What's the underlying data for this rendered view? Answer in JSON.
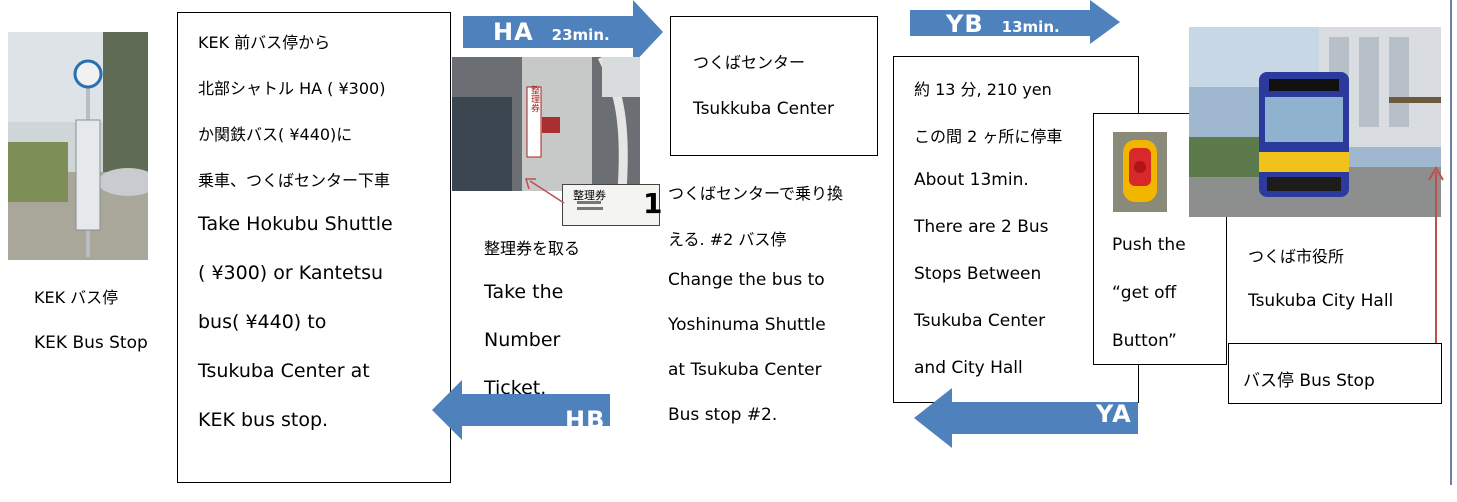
{
  "kek_stop": {
    "line1": "KEK バス停",
    "line2": "KEK Bus Stop"
  },
  "step1": {
    "lines": [
      "KEK 前バス停から",
      "北部シャトル HA ( ¥300)",
      "か関鉄バス( ¥440)に",
      "乗車、つくばセンター下車",
      "Take Hokubu Shuttle",
      "( ¥300) or Kantetsu",
      "bus( ¥440) to",
      "Tsukuba Center at",
      "KEK bus stop."
    ]
  },
  "arrow_ha": {
    "code": "HA",
    "time": "23min."
  },
  "arrow_hb": {
    "code": "HB"
  },
  "ticket": {
    "line1": "整理券を取る",
    "line2": "Take the",
    "line3": "Number",
    "line4": "Ticket.",
    "sign_text": "整理券",
    "slip_title": "整理券",
    "slip_num": "1"
  },
  "center_box": {
    "line1": "つくばセンター",
    "line2": "Tsukkuba Center"
  },
  "transfer": {
    "lines": [
      "つくばセンターで乗り換",
      "える. #2 バス停",
      "Change the bus to",
      "Yoshinuma  Shuttle",
      "at Tsukuba Center",
      "Bus stop #2."
    ]
  },
  "arrow_yb": {
    "code": "YB",
    "time": "13min."
  },
  "arrow_ya": {
    "code": "YA"
  },
  "ride_box": {
    "lines": [
      "約 13 分,   210 yen",
      "この間 2 ヶ所に停車",
      "About 13min.",
      "There are 2 Bus",
      "Stops Between",
      "Tsukuba Center",
      "and City Hall"
    ]
  },
  "push_box": {
    "lines": [
      "Push the",
      "“get off",
      "Button”"
    ]
  },
  "city_hall": {
    "line1": "つくば市役所",
    "line2": "Tsukuba City Hall"
  },
  "bus_stop_box": {
    "label": "バス停  Bus Stop"
  },
  "colors": {
    "arrow": "#4f81bd",
    "connector": "#c0504d",
    "border": "#000000"
  }
}
